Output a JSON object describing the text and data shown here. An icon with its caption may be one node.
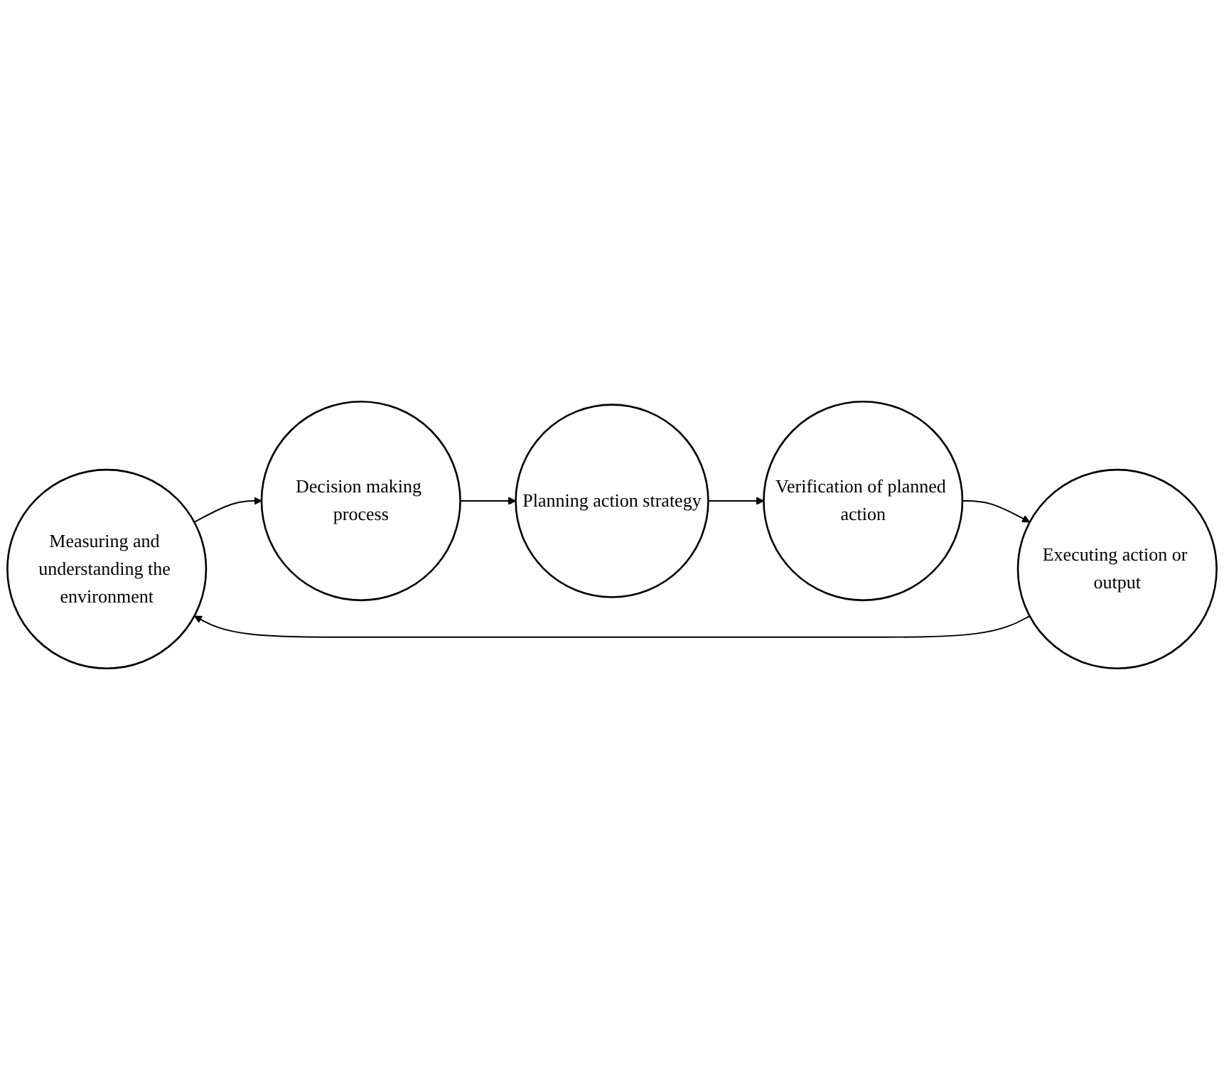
{
  "diagram": {
    "nodes": [
      {
        "text": [
          "Measuring and understanding the environment"
        ]
      },
      {
        "text": [
          "Executing action or output"
        ]
      },
      {
        "text": [
          "Decision making process"
        ]
      },
      {
        "text": [
          "Verification of planned action"
        ]
      },
      {
        "text": [
          "Planning action strategy"
        ]
      }
    ],
    "edges": [
      {
        "from": 0,
        "to": 2,
        "arrow": "to"
      },
      {
        "from": 2,
        "to": 4,
        "arrow": "to"
      },
      {
        "from": 4,
        "to": 3,
        "arrow": "to"
      },
      {
        "from": 3,
        "to": 1,
        "arrow": "to"
      },
      {
        "from": 1,
        "to": 0,
        "arrow": "to"
      }
    ]
  }
}
